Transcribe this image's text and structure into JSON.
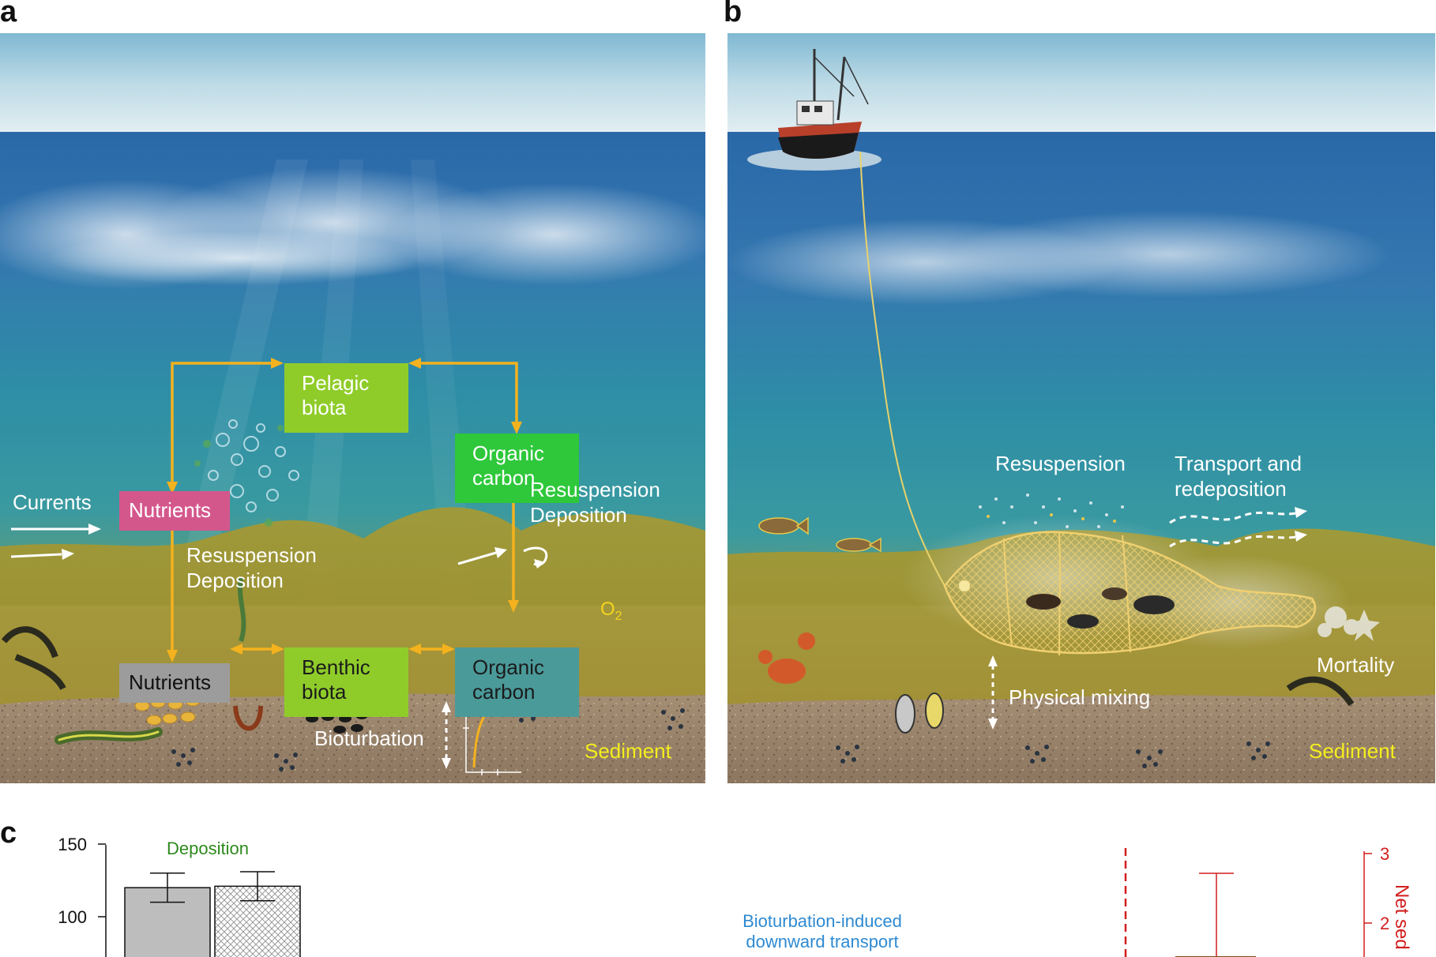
{
  "panels": {
    "a": {
      "letter": "a",
      "boxes": {
        "pelagic_line1": "Pelagic",
        "pelagic_line2": "biota",
        "oc_top_line1": "Organic",
        "oc_top_line2": "carbon",
        "nutrients_top": "Nutrients",
        "nutrients_bottom": "Nutrients",
        "benthic_line1": "Benthic",
        "benthic_line2": "biota",
        "oc_bottom_line1": "Organic",
        "oc_bottom_line2": "carbon"
      },
      "labels": {
        "currents": "Currents",
        "resusp_left_1": "Resuspension",
        "resusp_left_2": "Deposition",
        "resusp_right_1": "Resuspension",
        "resusp_right_2": "Deposition",
        "bioturbation": "Bioturbation",
        "o2_main": "O",
        "o2_sub": "2",
        "sediment": "Sediment"
      }
    },
    "b": {
      "letter": "b",
      "labels": {
        "resuspension": "Resuspension",
        "transport_1": "Transport and",
        "transport_2": "redeposition",
        "mortality": "Mortality",
        "physical_mixing": "Physical mixing",
        "sediment": "Sediment"
      }
    },
    "c": {
      "letter": "c",
      "labels": {
        "deposition": "Deposition",
        "bioturbation_1": "Bioturbation-induced",
        "bioturbation_2": "downward transport",
        "right_axis_title": "Net sed"
      }
    }
  },
  "chart_data": {
    "type": "bar",
    "left_axis": {
      "ticks": [
        100,
        150
      ]
    },
    "right_axis": {
      "ticks": [
        2,
        3
      ]
    },
    "series": [
      {
        "values": [
          120
        ],
        "error": 10,
        "fill": "solid-grey"
      },
      {
        "values": [
          121
        ],
        "error": 10,
        "fill": "crosshatch"
      }
    ]
  },
  "colors": {
    "box_green": "#8fcc2a",
    "box_bright_green": "#2ec83a",
    "box_pink": "#d4578c",
    "box_grey": "#9c9c9c",
    "box_teal": "#4b9a9a",
    "arrow_orange": "#f4b21e",
    "sediment_yellow": "#f4ee1e",
    "deposition_green": "#2e8a1e",
    "bioturbation_blue": "#2e8ad2",
    "net_red": "#d21e1e"
  }
}
